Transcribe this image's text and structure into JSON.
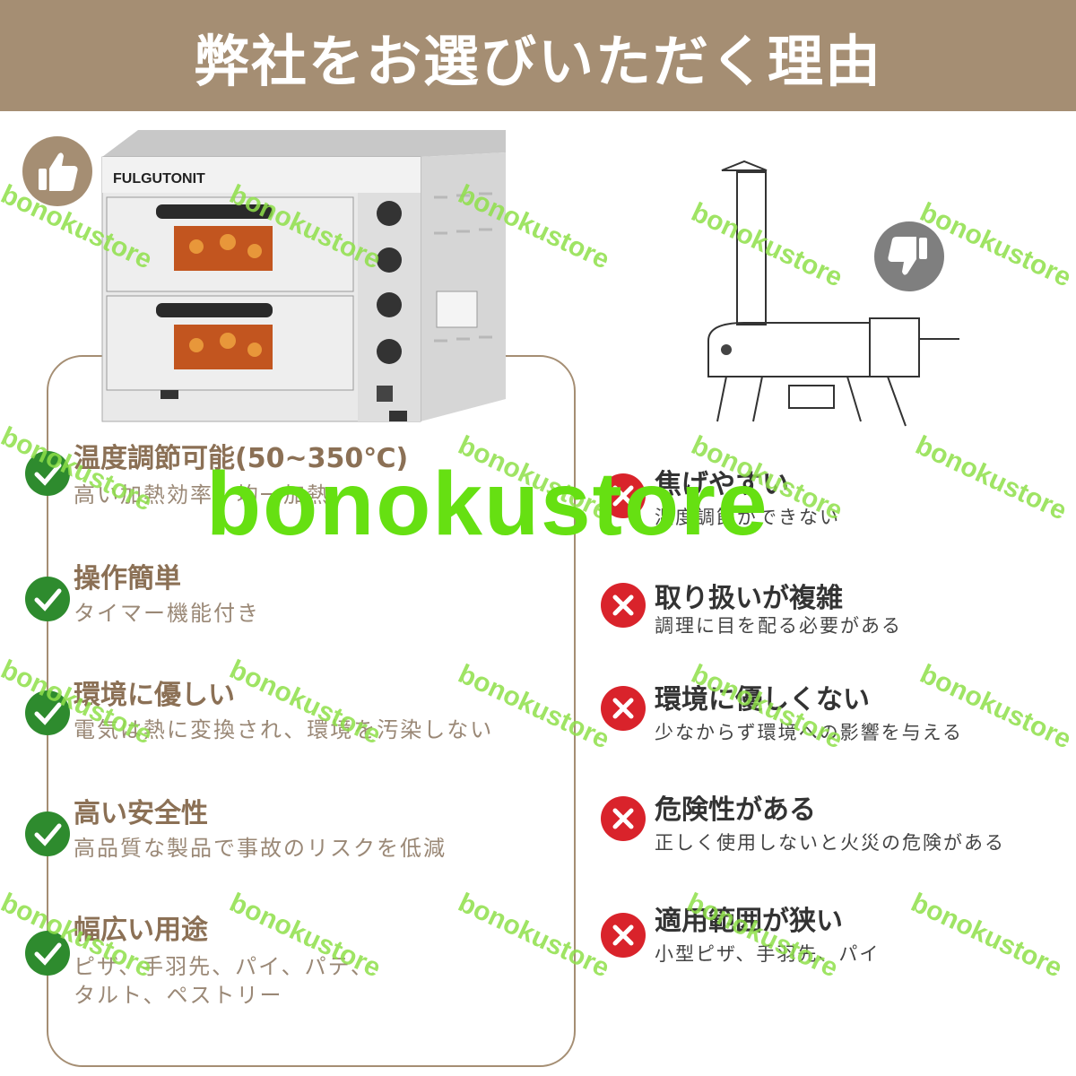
{
  "header": {
    "title": "弊社をお選びいただく理由"
  },
  "oven": {
    "brand": "FULGUTONIT"
  },
  "pros": [
    {
      "title": "温度調節可能(50~350℃)",
      "desc": "高い加熱効率、均一加熱"
    },
    {
      "title": "操作簡単",
      "desc": "タイマー機能付き"
    },
    {
      "title": "環境に優しい",
      "desc": "電気は熱に変換され、環境を汚染しない"
    },
    {
      "title": "高い安全性",
      "desc": "高品質な製品で事故のリスクを低減"
    },
    {
      "title": "幅広い用途",
      "desc": "ピザ、手羽先、パイ、パテ、",
      "desc2": "タルト、ペストリー"
    }
  ],
  "cons": [
    {
      "title": "焦げやすい",
      "desc": "温度調節ができない"
    },
    {
      "title": "取り扱いが複雑",
      "desc": "調理に目を配る必要がある"
    },
    {
      "title": "環境に優しくない",
      "desc": "少なからず環境への影響を与える"
    },
    {
      "title": "危険性がある",
      "desc": "正しく使用しないと火災の危険がある"
    },
    {
      "title": "適用範囲が狭い",
      "desc": "小型ピザ、手羽先、パイ"
    }
  ],
  "watermark": {
    "small": "bonokustore",
    "big": "bonokustore"
  },
  "colors": {
    "header_bg": "#a58e73",
    "check": "#2e8b2e",
    "cross": "#d9232b",
    "watermark": "#66e012"
  },
  "icons": {
    "pro": "thumbs-up-icon",
    "con": "thumbs-down-icon",
    "pro_item": "checkmark-icon",
    "con_item": "cross-icon"
  }
}
